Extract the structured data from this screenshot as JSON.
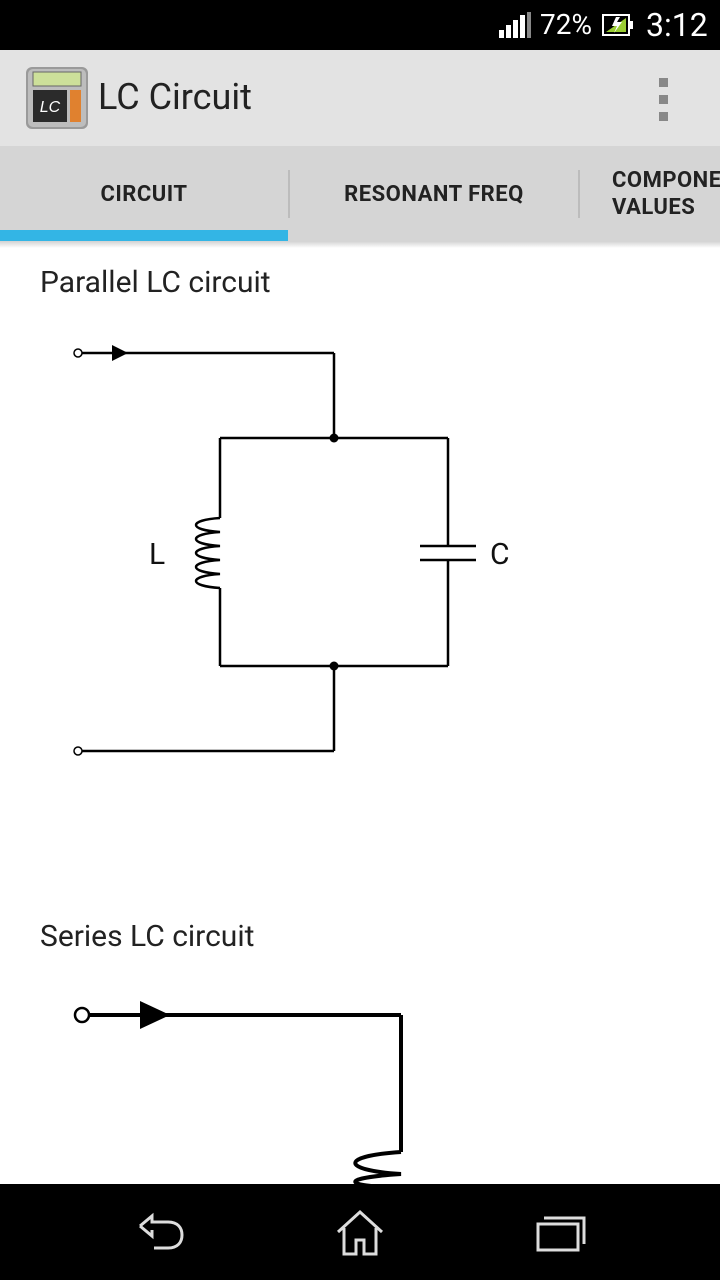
{
  "status": {
    "battery": "72%",
    "time": "3:12"
  },
  "app": {
    "title": "LC Circuit",
    "icon_text": "LC"
  },
  "tabs": [
    {
      "label": "CIRCUIT",
      "selected": true
    },
    {
      "label": "RESONANT FREQ",
      "selected": false
    },
    {
      "label": "COMPONENT\nVALUES",
      "selected": false
    }
  ],
  "content": {
    "parallel_heading": "Parallel LC circuit",
    "series_heading": "Series LC circuit",
    "inductor_label": "L",
    "capacitor_label": "C"
  },
  "colors": {
    "accent": "#33b5e5",
    "action_bar": "#e3e3e3",
    "tab_bar": "#d5d5d5"
  }
}
